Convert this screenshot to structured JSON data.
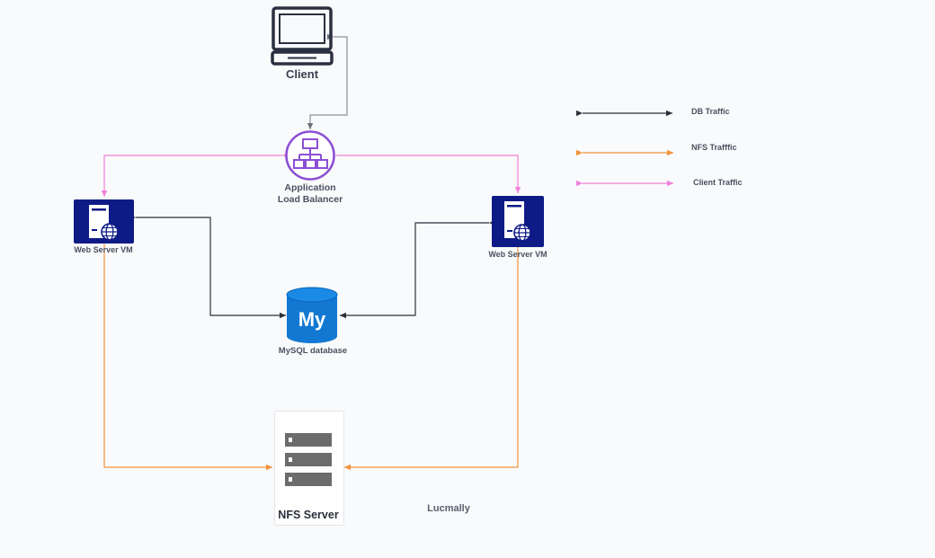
{
  "nodes": {
    "client": {
      "label": "Client",
      "icon": "laptop-icon"
    },
    "load_balancer": {
      "label": "Application\nLoad Balancer",
      "line1": "Application",
      "line2": "Load Balancer",
      "icon": "load-balancer-icon"
    },
    "web_server_1": {
      "label": "Web Server VM",
      "icon": "web-server-icon"
    },
    "web_server_2": {
      "label": "Web Server VM",
      "icon": "web-server-icon"
    },
    "database": {
      "label": "MySQL database",
      "icon": "mysql-icon",
      "icon_text": "My"
    },
    "nfs_server": {
      "label": "NFS Server",
      "icon": "server-rack-icon"
    }
  },
  "legend": [
    {
      "label": "DB Traffic",
      "color": "#2b2f3a"
    },
    {
      "label": "NFS Trafffic",
      "color": "#f0923a"
    },
    {
      "label": "Client Traffic",
      "color": "#f07fd8"
    }
  ],
  "branding": "Lucmally",
  "colors": {
    "db_traffic": "#2b2f3a",
    "nfs_traffic": "#f0923a",
    "client_traffic": "#f07fd8",
    "alb_purple": "#8c4fd3",
    "server_navy": "#0e1b86",
    "mysql_blue": "#1378d2",
    "client_line": "#8a8f99"
  }
}
